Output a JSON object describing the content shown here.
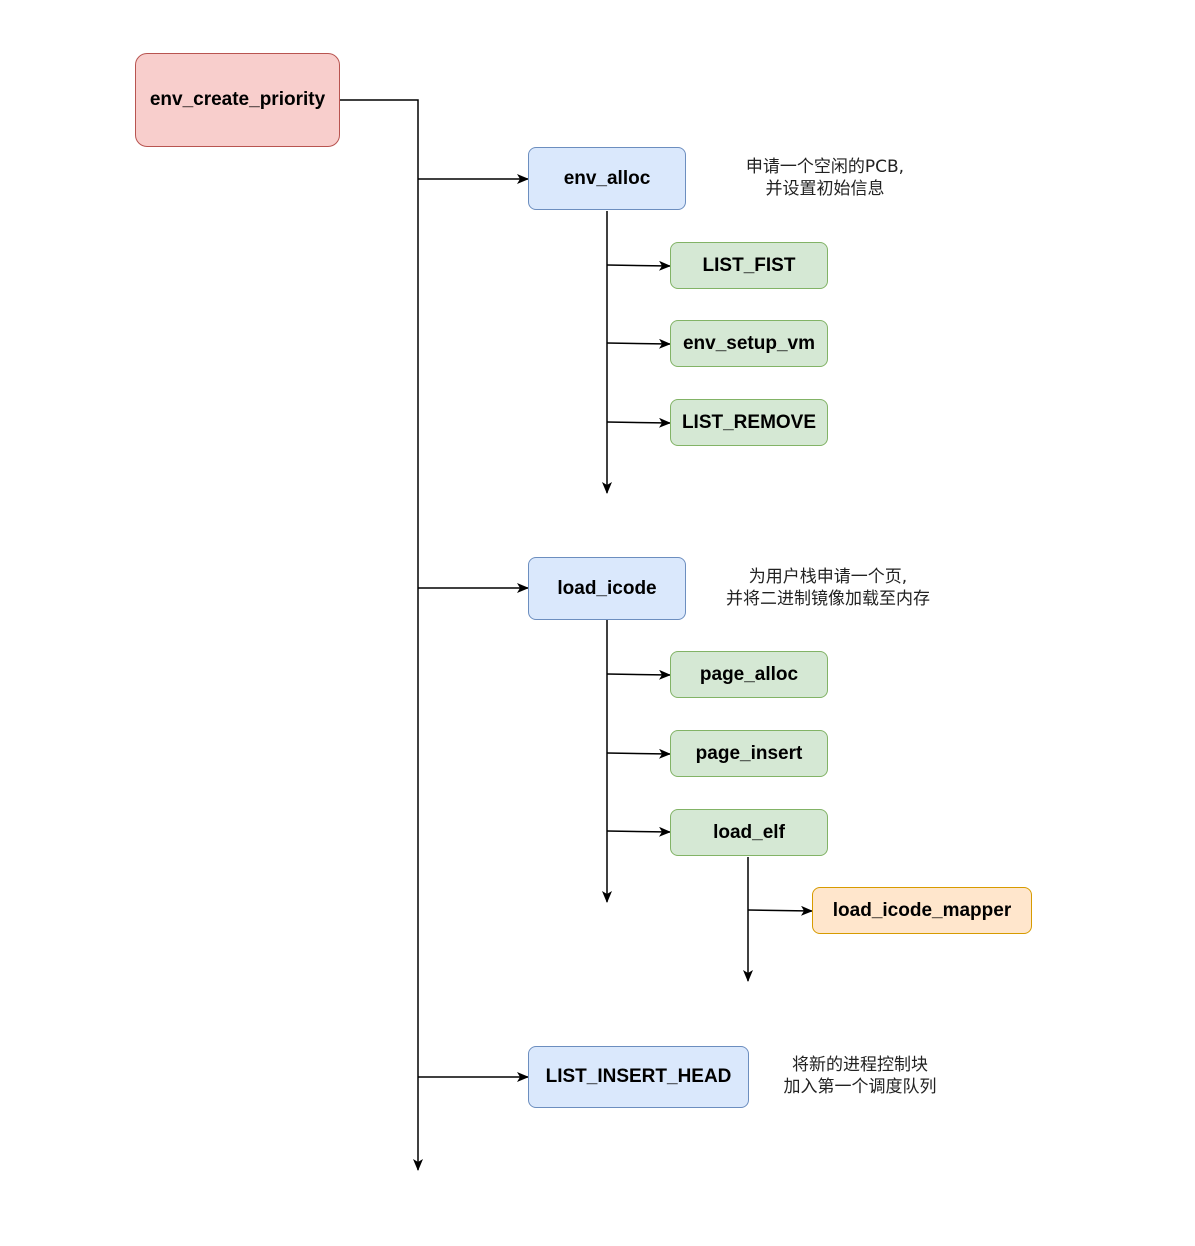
{
  "nodes": {
    "root": "env_create_priority",
    "env_alloc": "env_alloc",
    "list_fist": "LIST_FIST",
    "env_setup_vm": "env_setup_vm",
    "list_remove": "LIST_REMOVE",
    "load_icode": "load_icode",
    "page_alloc": "page_alloc",
    "page_insert": "page_insert",
    "load_elf": "load_elf",
    "load_icode_mapper": "load_icode_mapper",
    "list_insert_head": "LIST_INSERT_HEAD"
  },
  "notes": {
    "env_alloc_line1": "申请一个空闲的PCB,",
    "env_alloc_line2": "并设置初始信息",
    "load_icode_line1": "为用户栈申请一个页,",
    "load_icode_line2": "并将二进制镜像加载至内存",
    "list_insert_head_line1": "将新的进程控制块",
    "list_insert_head_line2": "加入第一个调度队列"
  },
  "colors": {
    "root_fill": "#f8cecc",
    "call_fill": "#dae8fc",
    "sub_call_fill": "#d5e8d4",
    "leaf_fill": "#ffe6cc"
  }
}
